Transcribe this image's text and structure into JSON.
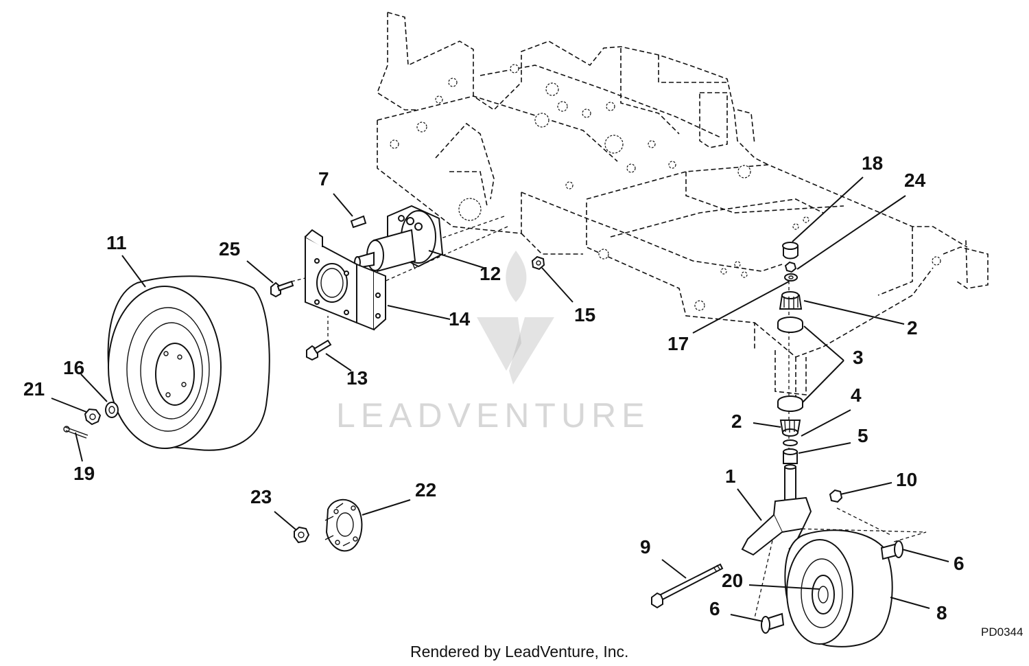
{
  "diagram": {
    "drawing_code": "PD0344",
    "footer": "Rendered by LeadVenture, Inc.",
    "watermark": "LEADVENTURE",
    "callouts": [
      {
        "id": "c1",
        "label": "1"
      },
      {
        "id": "c2a",
        "label": "2"
      },
      {
        "id": "c2b",
        "label": "2"
      },
      {
        "id": "c3",
        "label": "3"
      },
      {
        "id": "c4",
        "label": "4"
      },
      {
        "id": "c5",
        "label": "5"
      },
      {
        "id": "c6a",
        "label": "6"
      },
      {
        "id": "c6b",
        "label": "6"
      },
      {
        "id": "c7",
        "label": "7"
      },
      {
        "id": "c8",
        "label": "8"
      },
      {
        "id": "c9",
        "label": "9"
      },
      {
        "id": "c10",
        "label": "10"
      },
      {
        "id": "c11",
        "label": "11"
      },
      {
        "id": "c12",
        "label": "12"
      },
      {
        "id": "c13",
        "label": "13"
      },
      {
        "id": "c14",
        "label": "14"
      },
      {
        "id": "c15",
        "label": "15"
      },
      {
        "id": "c16",
        "label": "16"
      },
      {
        "id": "c17",
        "label": "17"
      },
      {
        "id": "c18",
        "label": "18"
      },
      {
        "id": "c19",
        "label": "19"
      },
      {
        "id": "c20",
        "label": "20"
      },
      {
        "id": "c21",
        "label": "21"
      },
      {
        "id": "c22",
        "label": "22"
      },
      {
        "id": "c23",
        "label": "23"
      },
      {
        "id": "c24",
        "label": "24"
      },
      {
        "id": "c25",
        "label": "25"
      }
    ]
  }
}
